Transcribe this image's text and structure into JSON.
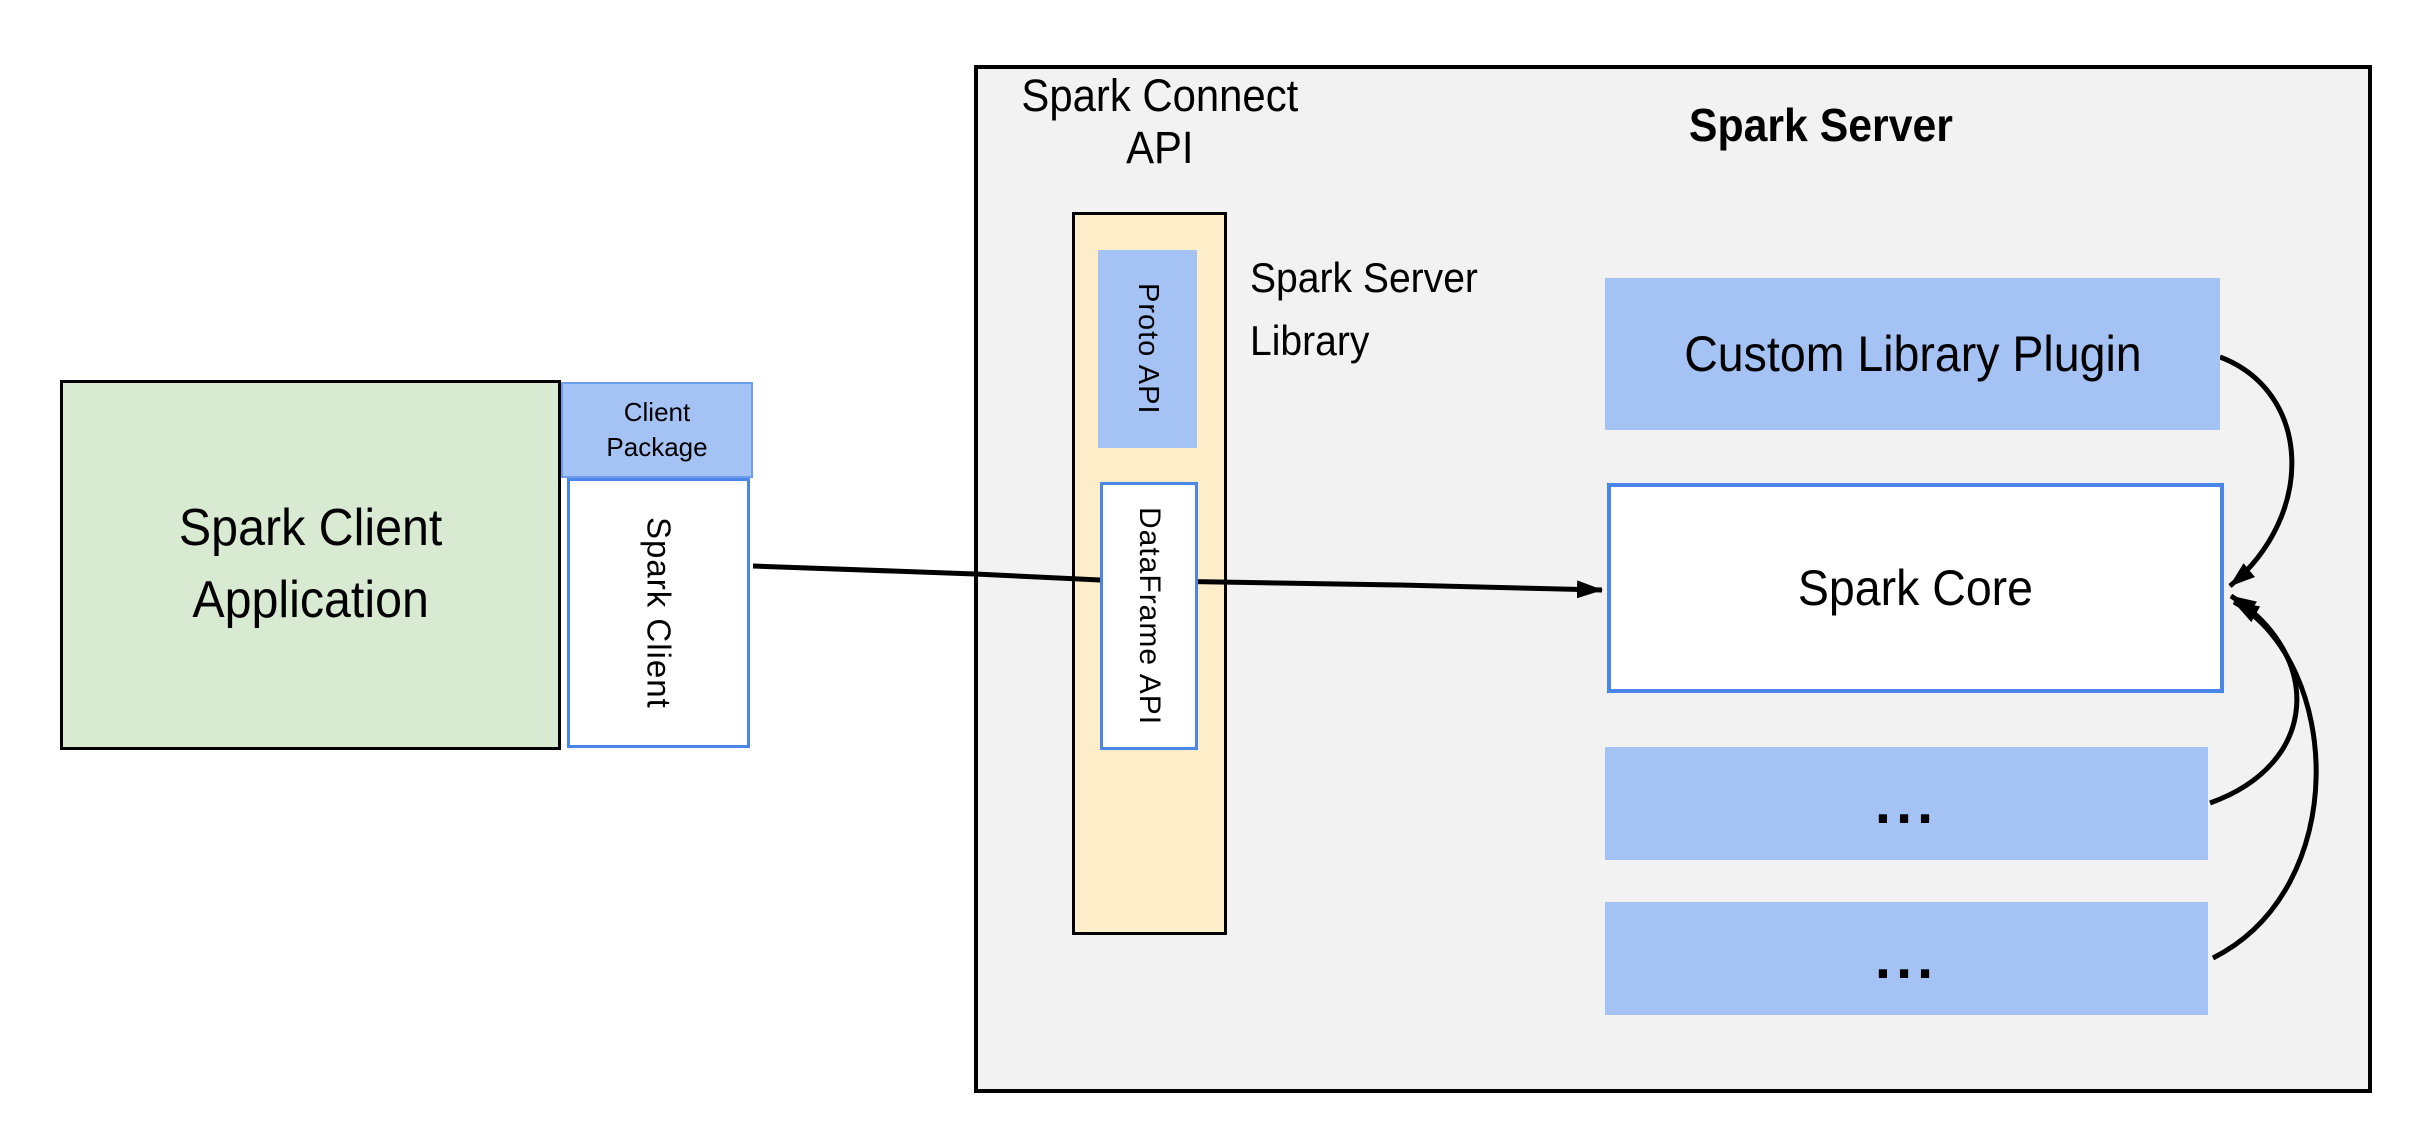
{
  "labels": {
    "spark_connect_api": "Spark Connect\nAPI",
    "spark_server_title": "Spark Server",
    "spark_server_library": "Spark Server\nLibrary"
  },
  "client": {
    "application": "Spark Client\nApplication",
    "package": "Client\nPackage",
    "spark_client": "Spark Client"
  },
  "connect_bar": {
    "proto_api": "Proto API",
    "dataframe_api": "DataFrame API"
  },
  "server": {
    "plugin": "Custom Library Plugin",
    "core": "Spark Core",
    "more_1": "...",
    "more_2": "..."
  },
  "colors": {
    "green_fill": "#d9ead3",
    "blue_fill": "#a4c2f4",
    "yellow_fill": "#fdeec9",
    "panel_fill": "#f2f2f2",
    "panel_border": "#000000",
    "blue_border": "#4a86e8",
    "package_border": "#6d9eeb",
    "line": "#000000"
  },
  "connections": [
    {
      "from": "Spark Client",
      "to": "Spark Core",
      "type": "straight-arrow"
    },
    {
      "from": "Custom Library Plugin",
      "to": "Spark Core",
      "type": "curved-arrow"
    },
    {
      "from": "... (plugin slot 1)",
      "to": "Spark Core",
      "type": "curved-arrow"
    },
    {
      "from": "... (plugin slot 2)",
      "to": "Spark Core",
      "type": "curved-arrow"
    }
  ]
}
